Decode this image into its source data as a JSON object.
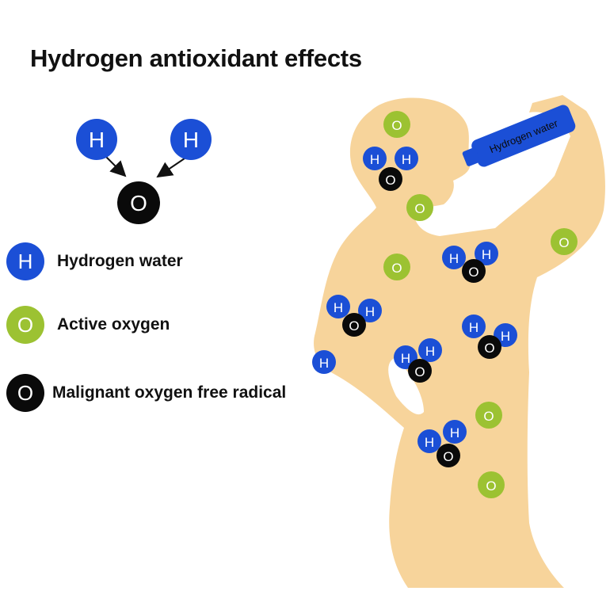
{
  "title": "Hydrogen antioxidant effects",
  "atoms": {
    "h": "H",
    "o": "O"
  },
  "bottle_label": "Hydrogen water",
  "legend": {
    "hydrogen_water": "Hydrogen water",
    "active_oxygen": "Active oxygen",
    "malignant": "Malignant oxygen free radical"
  },
  "colors": {
    "hydrogen": "#1b4fd6",
    "active_oxygen": "#9cc232",
    "malignant": "#0a0a0a",
    "body": "#f7d49b"
  }
}
